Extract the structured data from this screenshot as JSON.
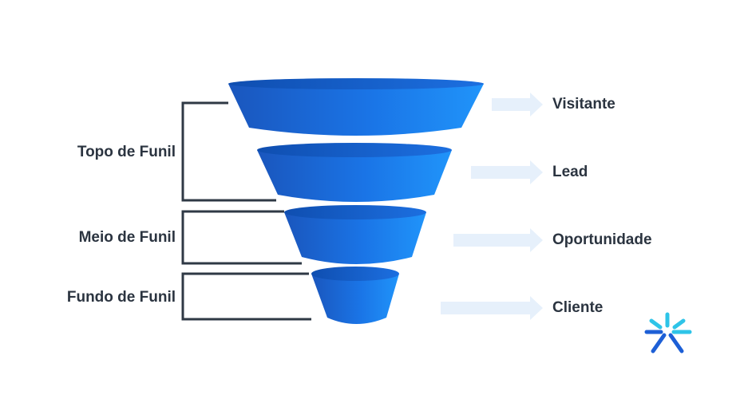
{
  "diagram": {
    "stages": [
      {
        "id": "visitante",
        "label": "Visitante"
      },
      {
        "id": "lead",
        "label": "Lead"
      },
      {
        "id": "oportunidade",
        "label": "Oportunidade"
      },
      {
        "id": "cliente",
        "label": "Cliente"
      }
    ],
    "groups": [
      {
        "id": "topo",
        "label": "Topo de Funil",
        "stages": [
          "visitante",
          "lead"
        ]
      },
      {
        "id": "meio",
        "label": "Meio de Funil",
        "stages": [
          "oportunidade"
        ]
      },
      {
        "id": "fundo",
        "label": "Fundo de Funil",
        "stages": [
          "cliente"
        ]
      }
    ]
  },
  "colors": {
    "funnel_dark": "#1a5cc4",
    "funnel_light": "#1e8cf7",
    "funnel_top": "#0d4fb8",
    "arrow": "#e6f0fb",
    "bracket": "#2f3945",
    "text": "#2b3440",
    "logo_cyan": "#2ec4e8",
    "logo_blue": "#1d5fd6"
  }
}
